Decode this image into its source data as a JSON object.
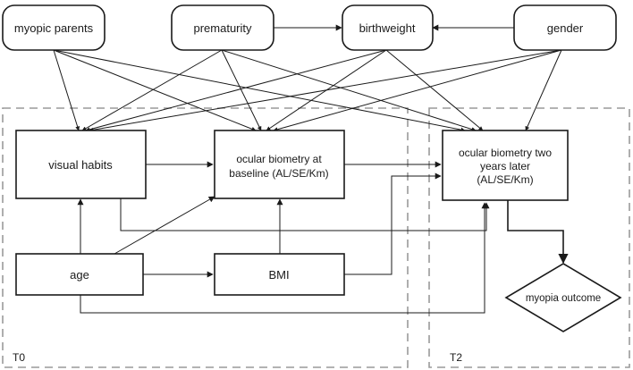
{
  "nodes": {
    "myopic_parents": "myopic parents",
    "prematurity": "prematurity",
    "birthweight": "birthweight",
    "gender": "gender",
    "visual_habits": "visual habits",
    "ocular_baseline_line1": "ocular biometry at",
    "ocular_baseline_line2": "baseline (AL/SE/Km)",
    "ocular_later_line1": "ocular biometry two",
    "ocular_later_line2": "years later",
    "ocular_later_line3": "(AL/SE/Km)",
    "age": "age",
    "bmi": "BMI",
    "myopia_outcome": "myopia outcome"
  },
  "regions": {
    "t0": "T0",
    "t2": "T2"
  }
}
